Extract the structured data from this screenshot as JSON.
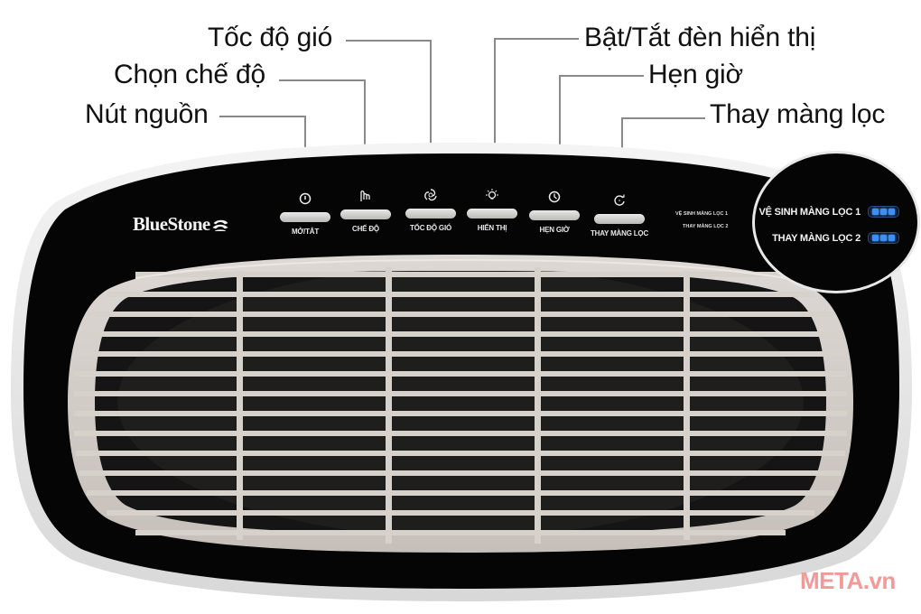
{
  "callouts": [
    {
      "id": "wind-speed",
      "label": "Tốc độ gió"
    },
    {
      "id": "mode",
      "label": "Chọn chế độ"
    },
    {
      "id": "power",
      "label": "Nút nguồn"
    },
    {
      "id": "display",
      "label": "Bật/Tắt đèn hiển thị"
    },
    {
      "id": "timer",
      "label": "Hẹn giờ"
    },
    {
      "id": "filter",
      "label": "Thay màng lọc"
    }
  ],
  "brand": {
    "name": "BlueStone"
  },
  "controls": [
    {
      "icon": "power-icon",
      "label": "MỞ/TẮT"
    },
    {
      "icon": "hand-icon",
      "label": "CHẾ ĐỘ"
    },
    {
      "icon": "fan-swirl-icon",
      "label": "TỐC ĐỘ GIÓ"
    },
    {
      "icon": "lightbulb-icon",
      "label": "HIỂN THỊ"
    },
    {
      "icon": "clock-icon",
      "label": "HẸN GIỜ"
    },
    {
      "icon": "reset-icon",
      "label": "THAY MÀNG LỌC"
    }
  ],
  "indicators": {
    "small": [
      "VỆ SINH MÀNG LỌC 1",
      "THAY MÀNG LỌC 2"
    ],
    "zoomed": [
      {
        "label": "VỆ SINH MÀNG LỌC 1",
        "leds": 3
      },
      {
        "label": "THAY MÀNG LỌC 2",
        "leds": 3
      }
    ],
    "led_color": "#3f8ff0"
  },
  "watermark": "META.vn",
  "colors": {
    "body": "#050505",
    "grille": "#cfc9c4",
    "shell": "#e9e9e9",
    "text": "#111111"
  }
}
